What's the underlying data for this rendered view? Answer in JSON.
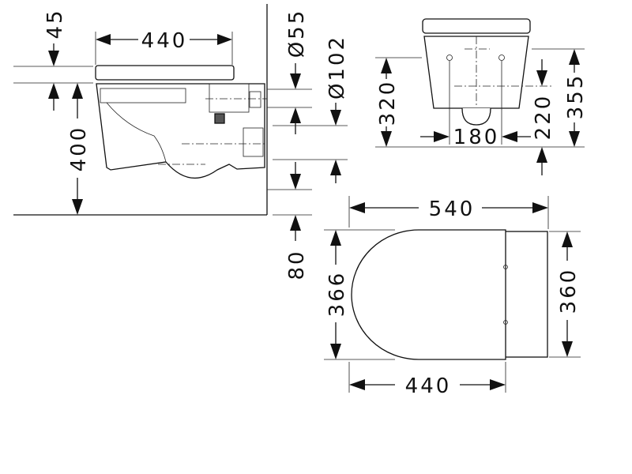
{
  "side_view": {
    "seat_width": "440",
    "seat_thickness": "45",
    "seat_height": "400",
    "inlet_diameter": "Ø55",
    "outlet_diameter": "Ø102",
    "floor_clearance": "80"
  },
  "front_view": {
    "fixing_height": "320",
    "bolt_spacing": "180",
    "outlet_height": "220",
    "total_height": "355"
  },
  "top_view": {
    "total_length": "540",
    "seat_width": "366",
    "tank_width": "360",
    "bowl_length": "440"
  }
}
